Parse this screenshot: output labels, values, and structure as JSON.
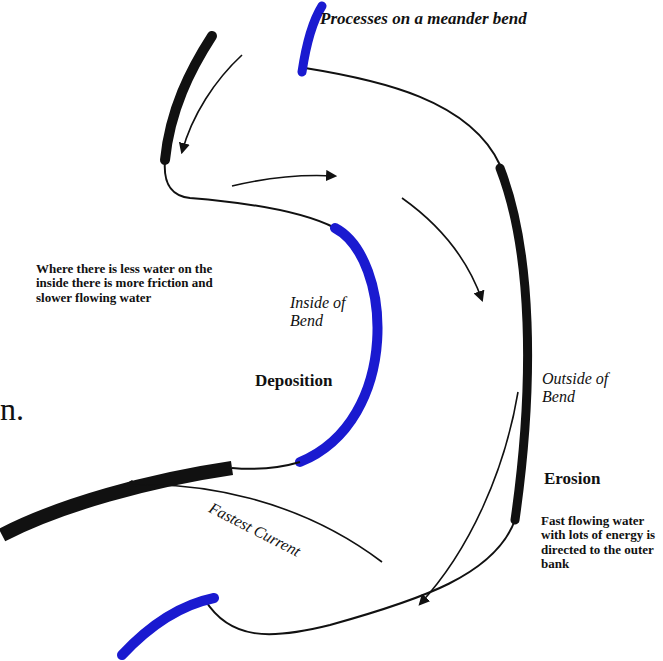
{
  "diagram": {
    "title": "Processes on a meander bend",
    "labels": [
      "Where there is less water on the inside there is more friction and slower flowing water",
      "Inside of Bend",
      "Deposition",
      "n.",
      "Outside of Bend",
      "Erosion",
      "Fastest Current",
      "Fast flowing water with lots of energy is directed to the outer bank"
    ]
  }
}
